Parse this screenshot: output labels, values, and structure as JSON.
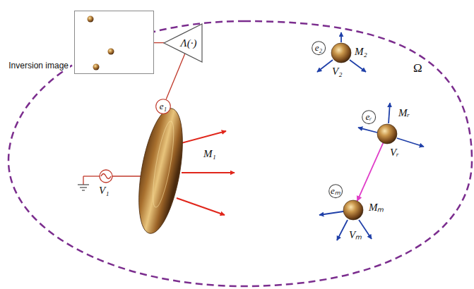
{
  "diagram": {
    "nodes": [
      {
        "text": [
          "Inversion image"
        ]
      },
      {
        "text": [
          "Λ(·)"
        ]
      },
      {
        "text": [
          "Ω"
        ]
      },
      {
        "text": [
          "M₁"
        ],
        "in": 2
      },
      {
        "text": [
          "e₁"
        ],
        "in": 2
      },
      {
        "text": [
          "M₂"
        ],
        "in": 2
      },
      {
        "text": [
          "e₂"
        ],
        "in": 2
      },
      {
        "text": [
          "Mᵣ"
        ],
        "in": 2
      },
      {
        "text": [
          "eᵣ"
        ],
        "in": 2
      },
      {
        "text": [
          "Mₘ"
        ],
        "in": 2
      },
      {
        "text": [
          "eₘ"
        ],
        "in": 2
      }
    ],
    "edges": [
      {
        "from": 4,
        "to": 1,
        "arrow": "none"
      },
      {
        "from": 1,
        "to": 0,
        "arrow": "none"
      },
      {
        "from": 7,
        "to": 9,
        "arrow": "to"
      }
    ],
    "labels": [
      "V₁",
      "V₂",
      "Vᵣ",
      "Vₘ"
    ]
  }
}
